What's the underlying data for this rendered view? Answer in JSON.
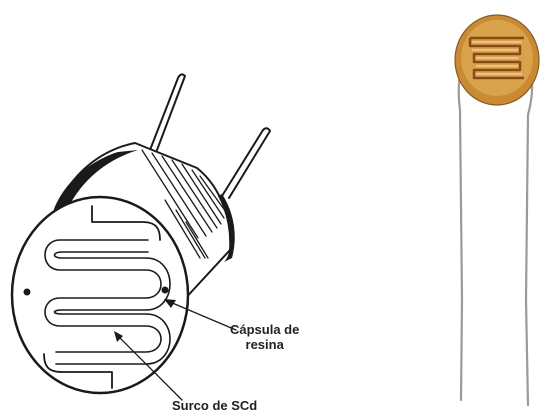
{
  "labels": {
    "capsula_line1": "Cápsula de",
    "capsula_line2": "resina",
    "surco": "Surco de SCd"
  },
  "colors": {
    "ink": "#1a1a1a",
    "disc_body": "#c98a34",
    "disc_track": "#f1d9a4",
    "disc_serpentine": "#8a4a18",
    "lead_wire": "#9a9a9a"
  }
}
